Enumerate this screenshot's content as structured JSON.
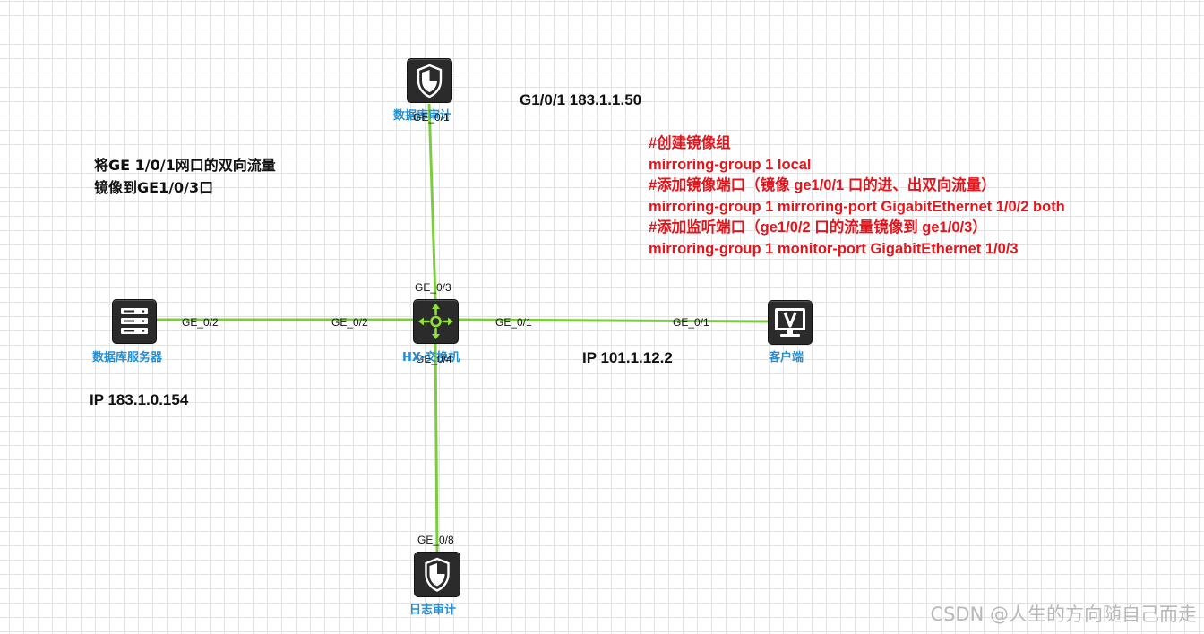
{
  "devices": {
    "db_audit": {
      "label": "数据库审计",
      "icon": "shield-icon"
    },
    "switch": {
      "label": "HX-交换机",
      "icon": "switch-arrows-icon"
    },
    "db_server": {
      "label": "数据库服务器",
      "icon": "server-icon"
    },
    "client": {
      "label": "客户端",
      "icon": "monitor-icon"
    },
    "log_audit": {
      "label": "日志审计",
      "icon": "shield-icon"
    }
  },
  "ports": {
    "audit_top": "GE_0/1",
    "switch_top": "GE_0/3",
    "server_right": "GE_0/2",
    "switch_left": "GE_0/2",
    "switch_right": "GE_0/1",
    "client_left": "GE_0/1",
    "switch_bottom": "GE_0/4",
    "log_top": "GE_0/8"
  },
  "ips": {
    "audit": "G1/0/1 183.1.1.50",
    "client": "IP 101.1.12.2",
    "server": "IP 183.1.0.154"
  },
  "note": {
    "line1": "将GE 1/0/1网口的双向流量",
    "line2": "镜像到GE1/0/3口"
  },
  "config": [
    "#创建镜像组",
    "mirroring-group 1 local",
    "#添加镜像端口（镜像 ge1/0/1 口的进、出双向流量）",
    "mirroring-group 1 mirroring-port GigabitEthernet 1/0/2 both",
    "#添加监听端口（ge1/0/2 口的流量镜像到 ge1/0/3）",
    "mirroring-group 1 monitor-port GigabitEthernet 1/0/3"
  ],
  "colors": {
    "link": "#7ccd3e",
    "config_text": "#e2151c",
    "device_label": "#1f8fd6",
    "switch_arrows": "#8fe03a"
  },
  "watermark": "CSDN @人生的方向随自己而走"
}
